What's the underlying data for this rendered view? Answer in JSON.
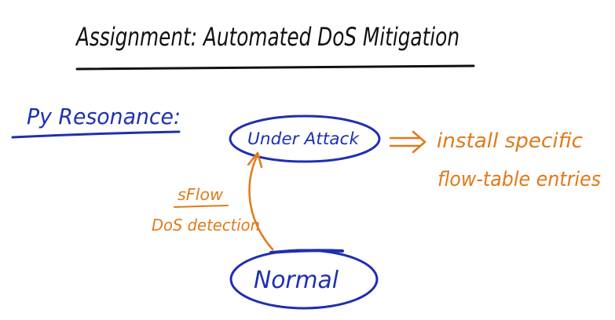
{
  "title": "Assignment: Automated DoS Mitigation",
  "section_label": "Py Resonance:",
  "states": {
    "under_attack": "Under Attack",
    "normal": "Normal"
  },
  "transition": {
    "line1": "sFlow",
    "line2": "DoS detection"
  },
  "action": {
    "line1": "install specific",
    "line2": "flow-table entries"
  },
  "colors": {
    "black_ink": "#111111",
    "blue_ink": "#1f2fb0",
    "orange_ink": "#e07a1a"
  }
}
